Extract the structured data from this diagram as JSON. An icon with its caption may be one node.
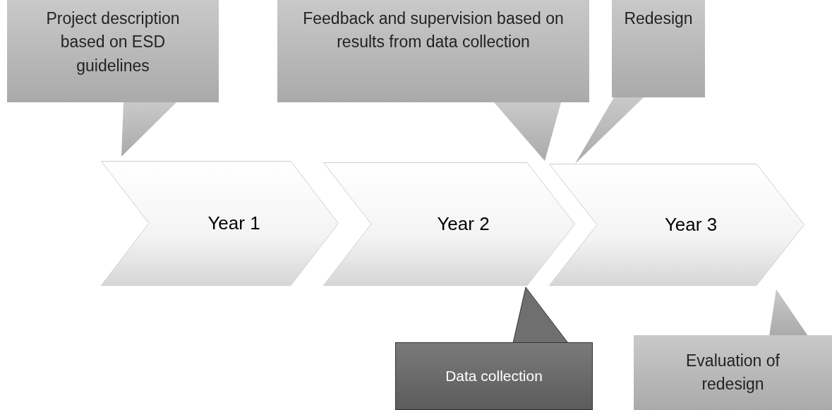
{
  "diagram": {
    "nodes": [
      {
        "text": [
          "Project description based on ESD guidelines"
        ]
      },
      {
        "text": [
          "Feedback and supervision based on results from data collection"
        ]
      },
      {
        "text": [
          "Redesign"
        ]
      },
      {
        "text": [
          "Year 1"
        ]
      },
      {
        "text": [
          "Year 2"
        ]
      },
      {
        "text": [
          "Year 3"
        ]
      },
      {
        "text": [
          "Data collection"
        ]
      },
      {
        "text": [
          "Evaluation of redesign"
        ]
      }
    ],
    "edges": [
      {
        "from": 0,
        "to": 3,
        "arrow": "to"
      },
      {
        "from": 1,
        "to": 4,
        "arrow": "to"
      },
      {
        "from": 2,
        "to": 5,
        "arrow": "to"
      },
      {
        "from": 6,
        "to": 4,
        "arrow": "to"
      },
      {
        "from": 7,
        "to": 5,
        "arrow": "to"
      }
    ]
  }
}
